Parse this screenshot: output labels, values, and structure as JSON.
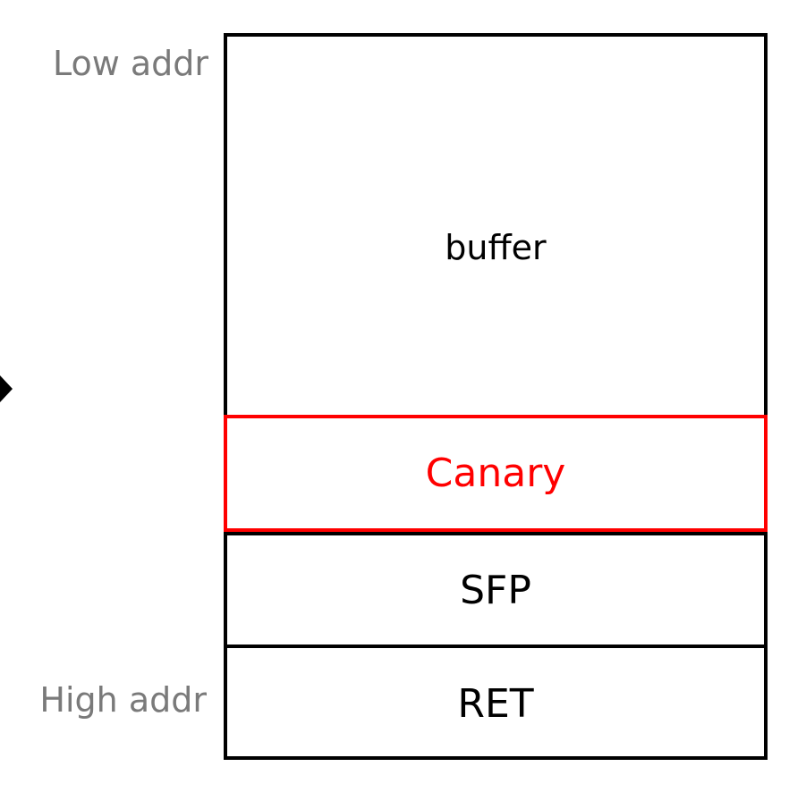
{
  "labels": {
    "low_addr": "Low addr",
    "high_addr": "High addr"
  },
  "stack": {
    "segments": [
      {
        "name": "buffer",
        "label": "buffer",
        "color": "#000000"
      },
      {
        "name": "canary",
        "label": "Canary",
        "color": "#ff0000"
      },
      {
        "name": "sfp",
        "label": "SFP",
        "color": "#000000"
      },
      {
        "name": "ret",
        "label": "RET",
        "color": "#000000"
      }
    ]
  },
  "icons": {
    "left_edge": "arrow-right-icon"
  }
}
